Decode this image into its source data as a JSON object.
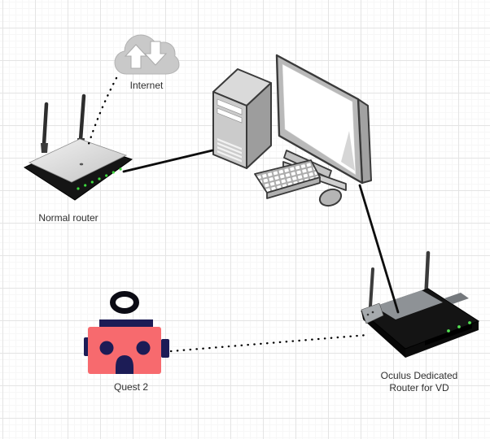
{
  "app": {
    "type": "diagram-canvas",
    "background": "square-grid"
  },
  "colors": {
    "canvas_bg": "#ffffff",
    "grid_major": "#e4e4e4",
    "grid_minor": "#f7f7f7",
    "label_text": "#2f2f2f",
    "edge_black": "#000000",
    "cloud_gray": "#c9c9c9",
    "device_light_gray": "#d6d6d6",
    "device_mid_gray": "#9d9d9d",
    "device_dark": "#151515",
    "led_green": "#4ade4a",
    "quest_pink": "#f76a6e",
    "quest_navy": "#1c1c56"
  },
  "diagram": {
    "nodes": [
      {
        "id": "internet",
        "label": "Internet",
        "icon": "cloud-upload-download-icon"
      },
      {
        "id": "normal-router",
        "label": "Normal router",
        "icon": "wireless-router-image"
      },
      {
        "id": "computer",
        "label": "",
        "icon": "desktop-computer-image"
      },
      {
        "id": "quest2",
        "label": "Quest 2",
        "icon": "vr-headset-icon"
      },
      {
        "id": "oculus-router",
        "label": "Oculus Dedicated Router for VD",
        "label_line1": "Oculus Dedicated",
        "label_line2": "Router for VD",
        "icon": "dark-wireless-router-image"
      }
    ],
    "edges": [
      {
        "from": "internet",
        "to": "normal-router",
        "style": "dotted"
      },
      {
        "from": "normal-router",
        "to": "computer",
        "style": "solid"
      },
      {
        "from": "computer",
        "to": "oculus-router",
        "style": "solid"
      },
      {
        "from": "quest2",
        "to": "oculus-router",
        "style": "dotted"
      }
    ]
  }
}
